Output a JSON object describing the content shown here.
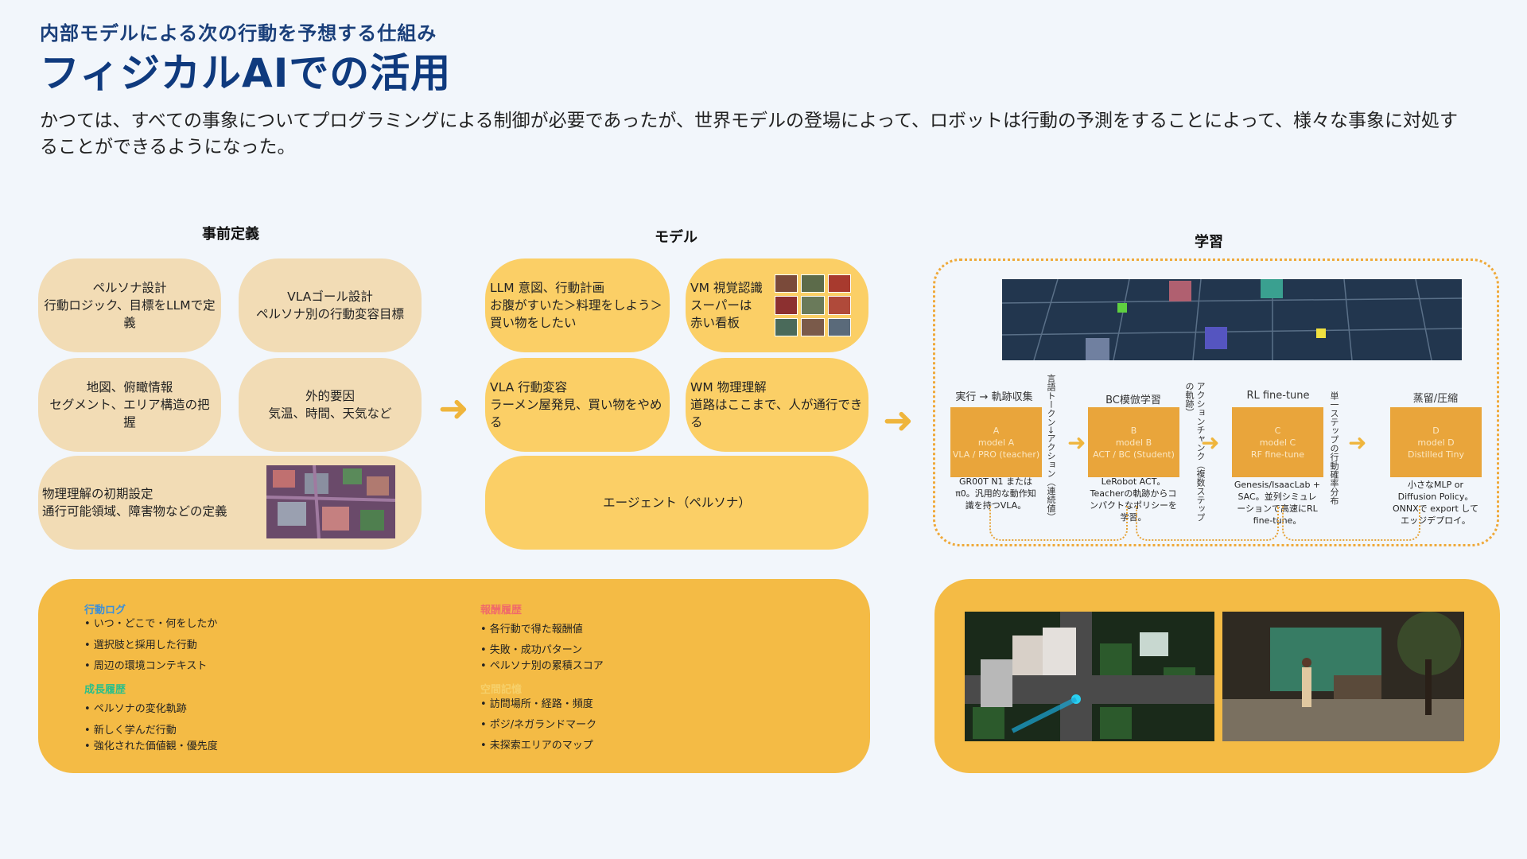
{
  "header": {
    "subtitle": "内部モデルによる次の行動を予想する仕組み",
    "title": "フィジカルAIでの活用",
    "lead": "かつては、すべての事象についてプログラミングによる制御が必要であったが、世界モデルの登場によって、ロボットは行動の予測をすることによって、様々な事象に対処することができるようになった。"
  },
  "sections": {
    "predef": "事前定義",
    "model": "モデル",
    "learn": "学習"
  },
  "predef_items": [
    "ペルソナ設計\n行動ロジック、目標をLLMで定義",
    "VLAゴール設計\nペルソナ別の行動変容目標",
    "地図、俯瞰情報\nセグメント、エリア構造の把握",
    "外的要因\n気温、時間、天気など",
    "物理理解の初期設定\n通行可能領域、障害物などの定義"
  ],
  "model_items": [
    "LLM 意図、行動計画\nお腹がすいた＞料理をしよう＞買い物をしたい",
    "VM 視覚認識\nスーパーは\n赤い看板",
    "VLA 行動変容\nラーメン屋発見、買い物をやめる",
    "WM 物理理解\n道路はここまで、人が通行できる",
    "エージェント（ペルソナ）"
  ],
  "learn": {
    "stages": [
      {
        "head": "実行 → 軌跡収集",
        "box": "A\nmodel A\nVLA / PRO (teacher)",
        "desc": "GR00T N1 または\nπ0。汎用的な動作知\n識を持つVLA。"
      },
      {
        "head": "BC模倣学習",
        "box": "B\nmodel B\nACT / BC (Student)",
        "desc": "LeRobot ACT。\nTeacherの軌跡からコ\nンパクトなポリシーを\n学習。"
      },
      {
        "head": "RL fine-tune",
        "box": "C\nmodel C\nRF fine-tune",
        "desc": "Genesis/IsaacLab +\nSAC。並列シミュレ\nーションで高速にRL\nfine-tune。"
      },
      {
        "head": "蒸留/圧縮",
        "box": "D\nmodel D\nDistilled Tiny",
        "desc": "小さなMLP or\nDiffusion Policy。\nONNXで export して\nエッジデプロイ。"
      }
    ],
    "between": [
      "言語トークン→アクション（連続値）",
      "アクションチャンク（複数ステップの軌跡）",
      "単一ステップの行動確率分布"
    ]
  },
  "memory": {
    "col1": [
      {
        "title": "行動ログ",
        "color": "#3b8fd9",
        "items": [
          "• いつ・どこで・何をしたか",
          "• 選択肢と採用した行動",
          "• 周辺の環境コンテキスト"
        ]
      },
      {
        "title": "成長履歴",
        "color": "#2bbf8a",
        "items": [
          "• ペルソナの変化軌跡",
          "• 新しく学んだ行動",
          "• 強化された価値観・優先度"
        ]
      }
    ],
    "col2": [
      {
        "title": "報酬履歴",
        "color": "#f06a6a",
        "items": [
          "• 各行動で得た報酬値",
          "• 失敗・成功パターン",
          "• ペルソナ別の累積スコア"
        ]
      },
      {
        "title": "空間記憶",
        "color": "#f6d06a",
        "items": [
          "• 訪問場所・経路・頻度",
          "• ポジ/ネガランドマーク",
          "• 未探索エリアのマップ"
        ]
      }
    ]
  },
  "colors": {
    "accent": "#0f3a7e",
    "beige": "#f2dcb5",
    "yellow": "#fbcf66",
    "orange": "#f4bb45"
  }
}
